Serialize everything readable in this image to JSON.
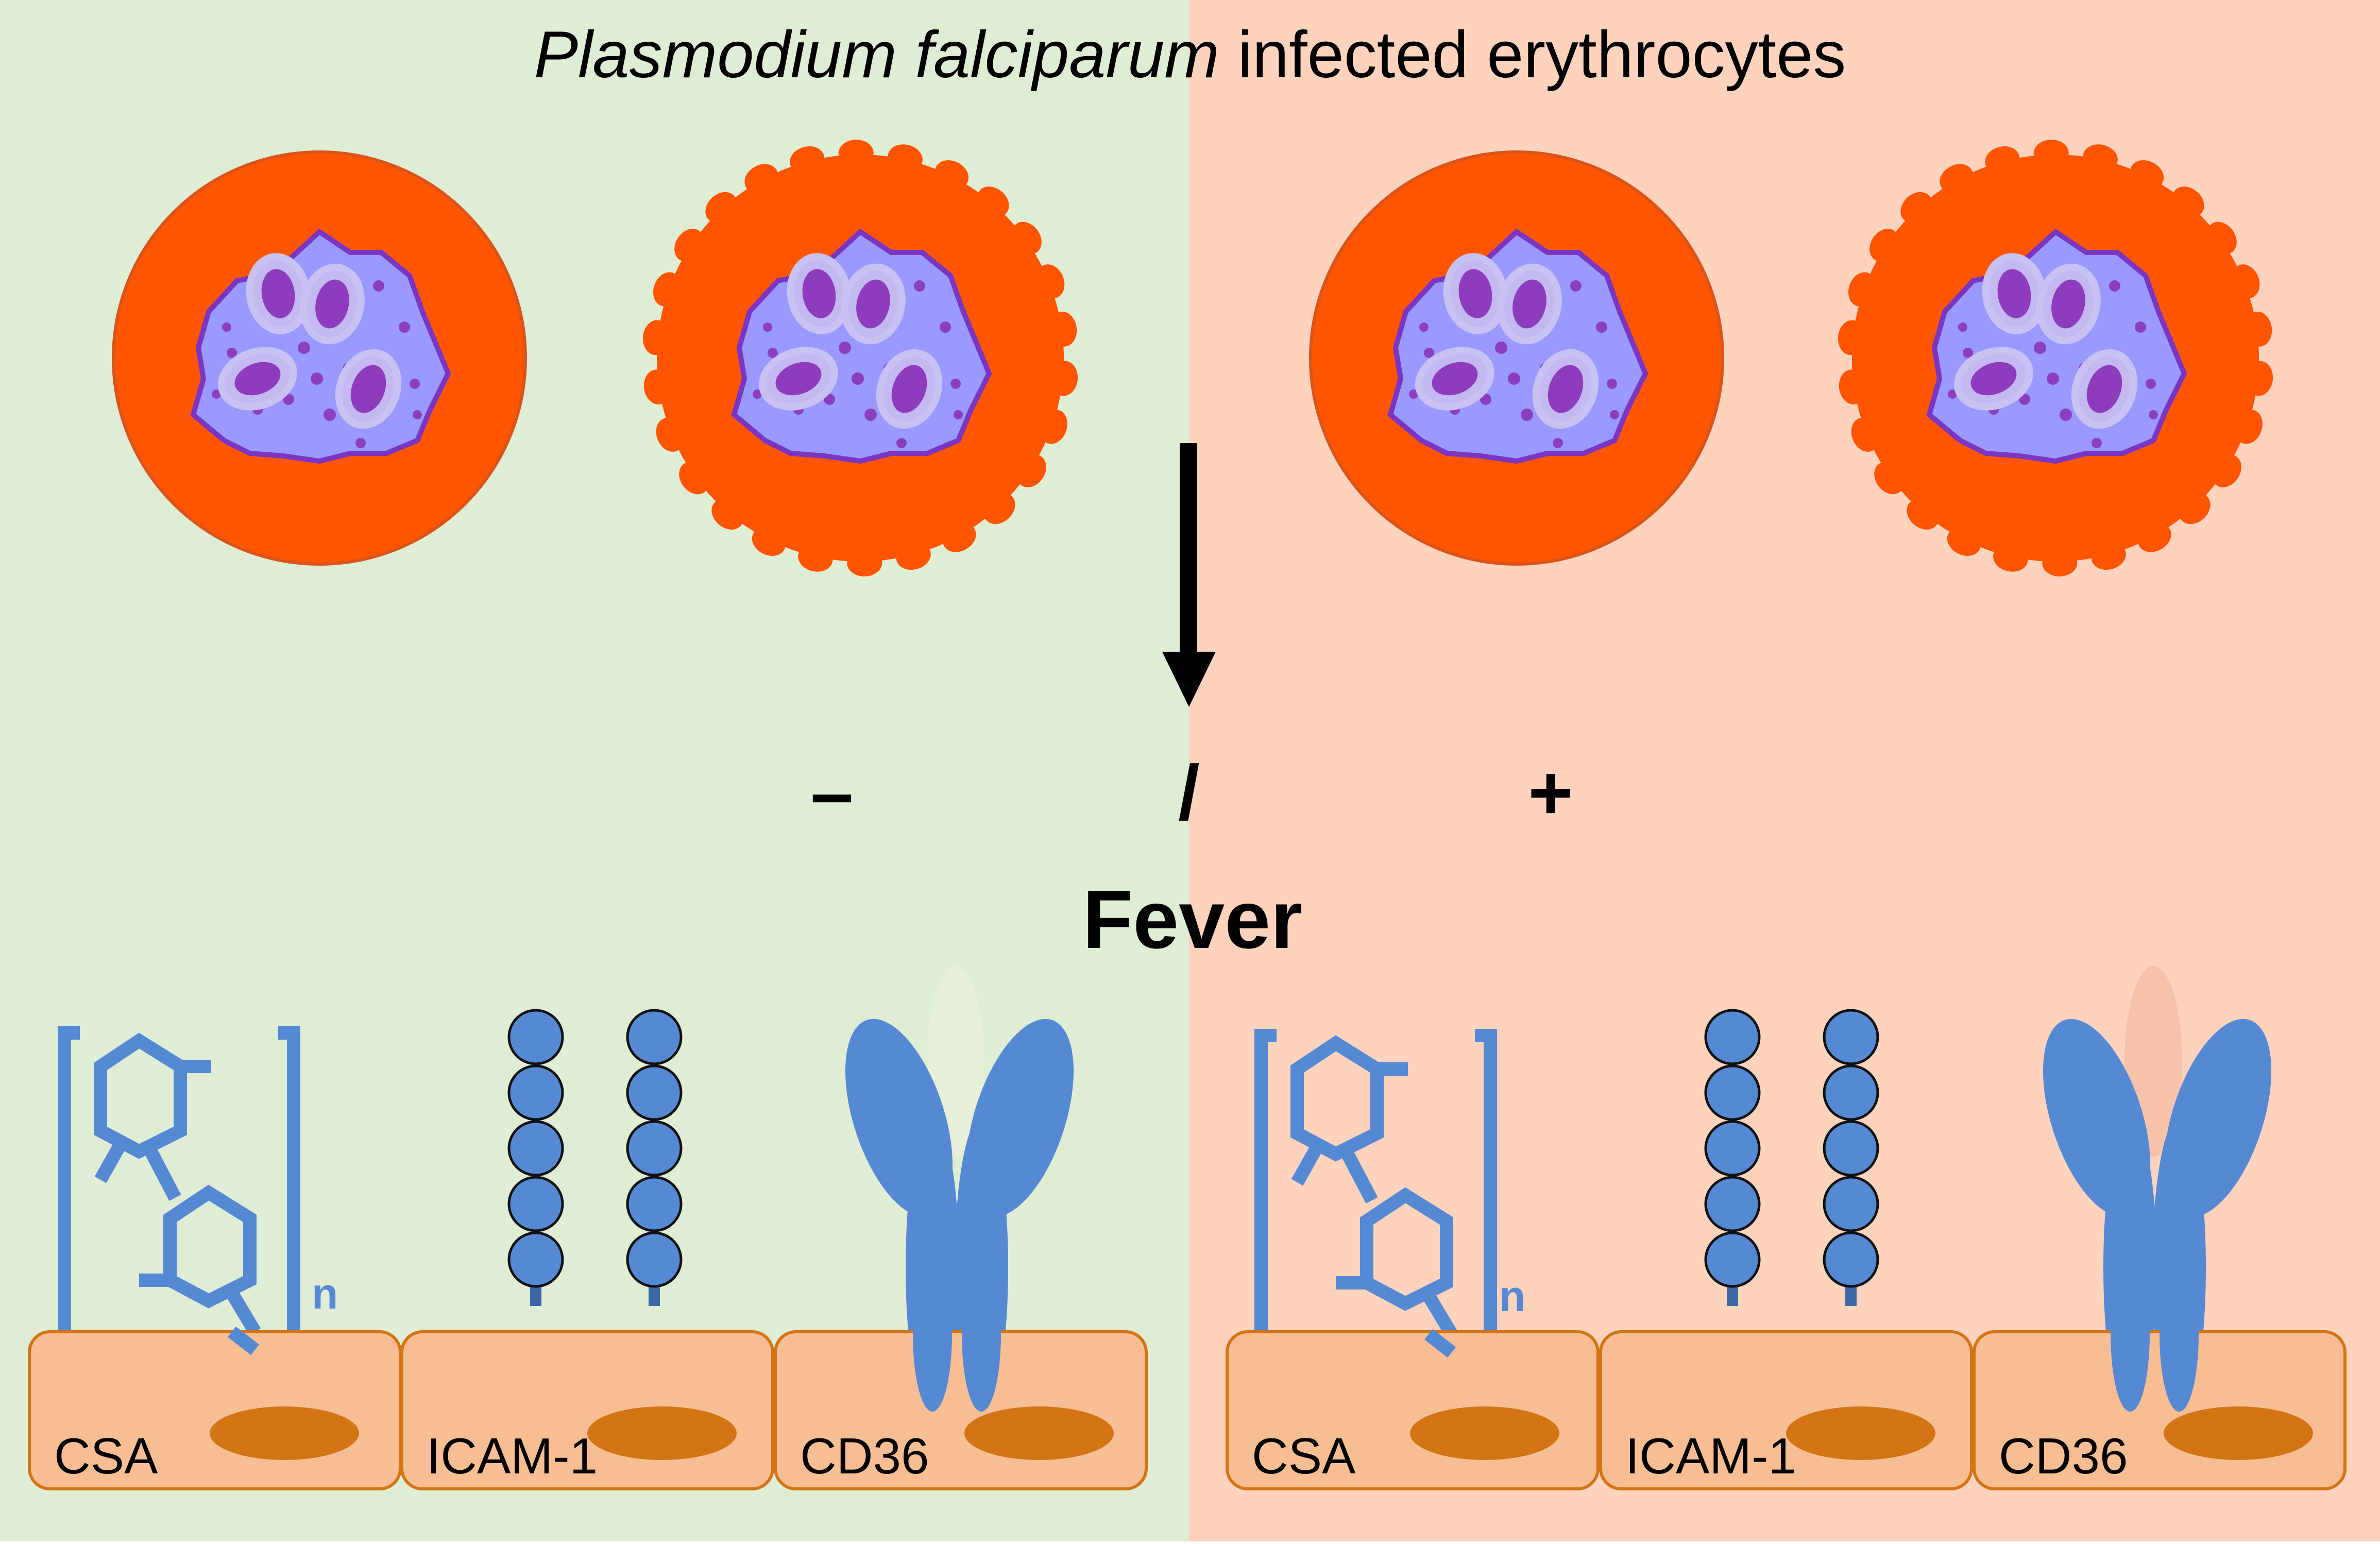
{
  "title": {
    "italic": "Plasmodium falciparum",
    "rest": " infected erythrocytes"
  },
  "center": {
    "minus": "–",
    "slash": "/",
    "plus": "+",
    "fever": "Fever"
  },
  "panels": [
    {
      "condition": "no-fever",
      "receptors": [
        {
          "label": "CSA",
          "subscript": "n"
        },
        {
          "label": "ICAM-1"
        },
        {
          "label": "CD36"
        }
      ]
    },
    {
      "condition": "fever",
      "receptors": [
        {
          "label": "CSA",
          "subscript": "n"
        },
        {
          "label": "ICAM-1"
        },
        {
          "label": "CD36"
        }
      ]
    }
  ],
  "colors": {
    "left_background": "#e0edd5",
    "right_background": "#fdd3be",
    "erythrocyte": "#ff5500",
    "parasite": "#9999ff",
    "receptor_blue": "#5589d3",
    "endothelial_cell": "#f7be94",
    "nucleus": "#d37415"
  }
}
